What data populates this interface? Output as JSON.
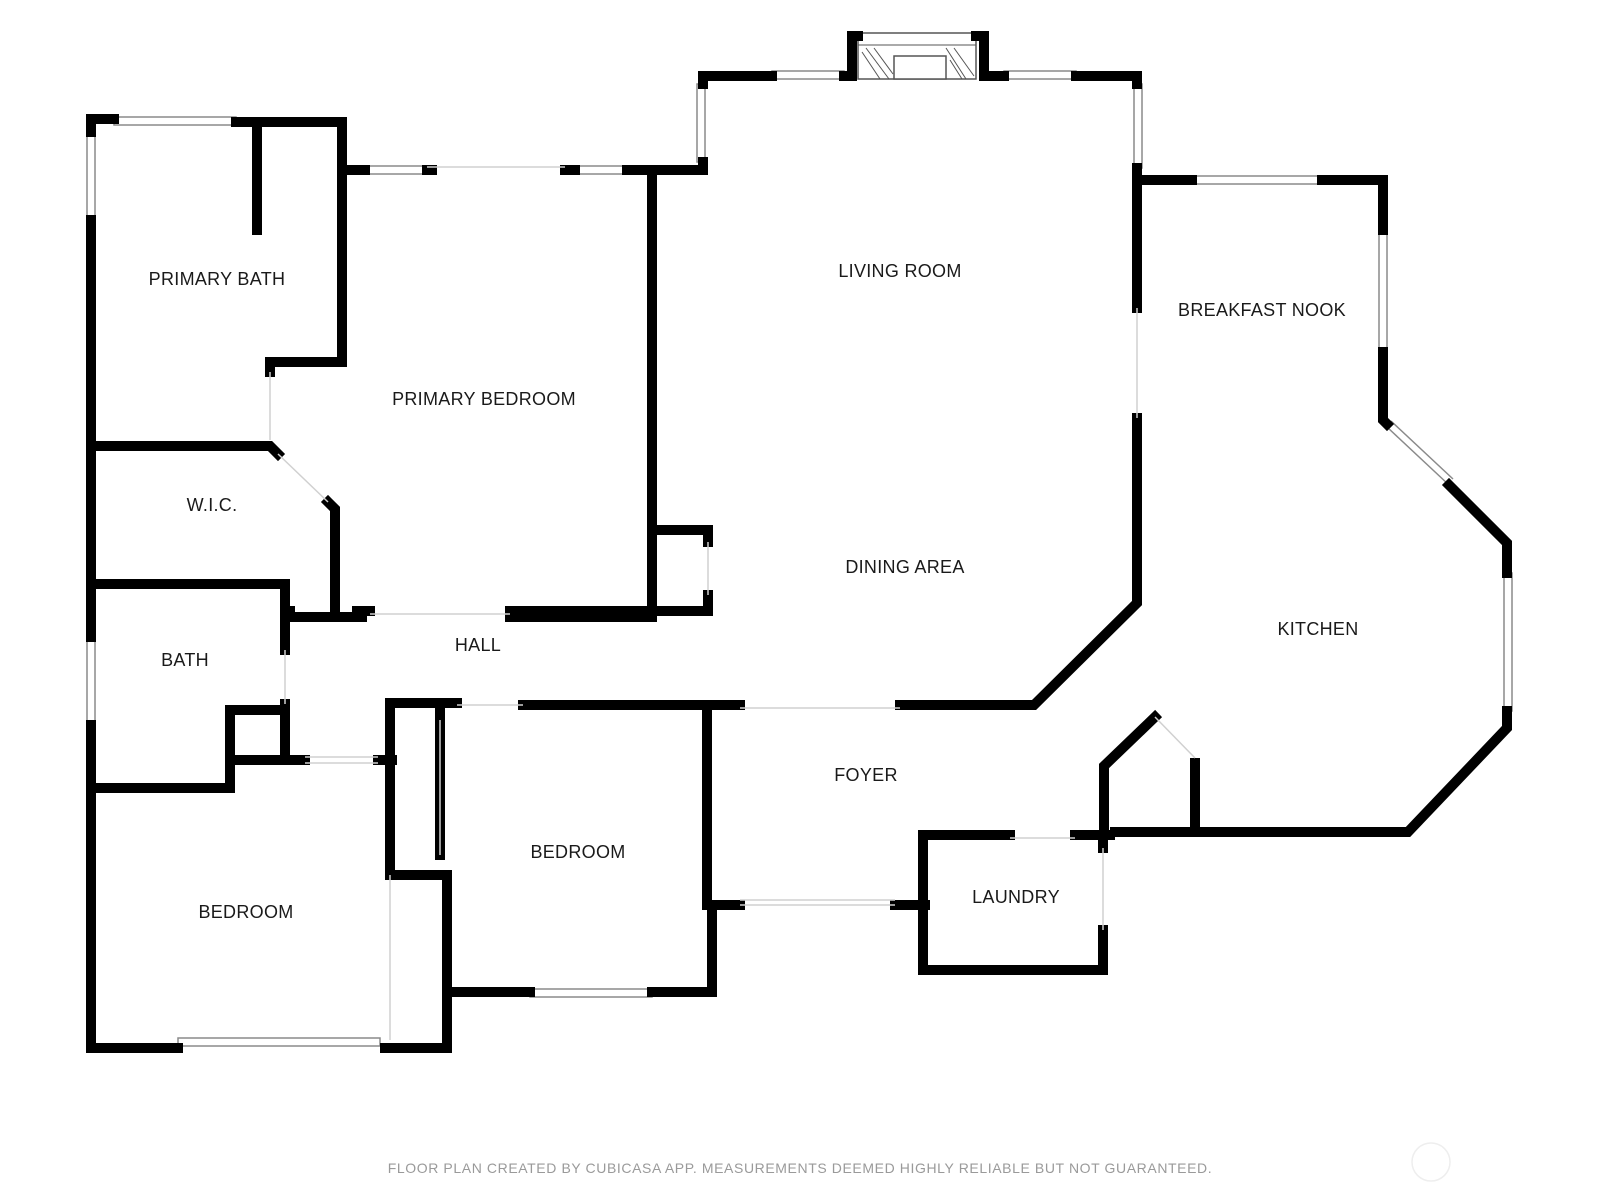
{
  "rooms": {
    "primary_bath": "PRIMARY BATH",
    "primary_bedroom": "PRIMARY BEDROOM",
    "wic": "W.I.C.",
    "bath": "BATH",
    "hall": "HALL",
    "bedroom_left": "BEDROOM",
    "bedroom_center": "BEDROOM",
    "living_room": "LIVING ROOM",
    "dining_area": "DINING AREA",
    "foyer": "FOYER",
    "laundry": "LAUNDRY",
    "breakfast_nook": "BREAKFAST NOOK",
    "kitchen": "KITCHEN"
  },
  "footer": {
    "disclaimer": "FLOOR PLAN CREATED BY CUBICASA APP. MEASUREMENTS DEEMED HIGHLY RELIABLE BUT NOT GUARANTEED."
  },
  "colors": {
    "wall": "#000000",
    "window": "#8a8a8a",
    "footer_text": "#9a9a9a"
  }
}
